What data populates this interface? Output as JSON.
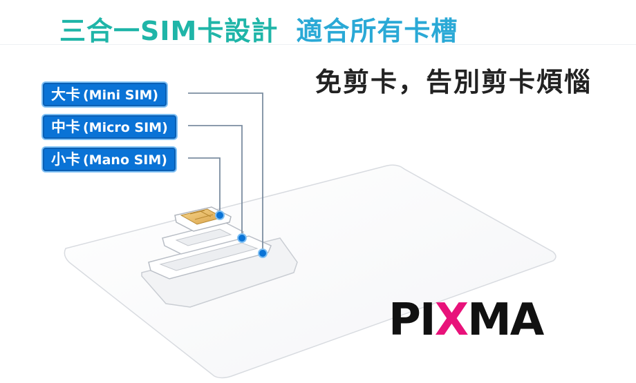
{
  "headline": {
    "part1": "三合一SIM卡設計",
    "part2": "適合所有卡槽"
  },
  "subline": "免剪卡，告別剪卡煩惱",
  "labels": [
    {
      "cn": "大卡",
      "en": "(Mini SIM)"
    },
    {
      "cn": "中卡",
      "en": "(Micro SIM)"
    },
    {
      "cn": "小卡",
      "en": "(Mano SIM)"
    }
  ],
  "brand": {
    "pre": "PI",
    "x": "X",
    "post": "MA"
  },
  "colors": {
    "teal": "#1fb5a8",
    "blue": "#2aa9d6",
    "label_bg": "#0a73d6",
    "magenta": "#e8127a"
  }
}
